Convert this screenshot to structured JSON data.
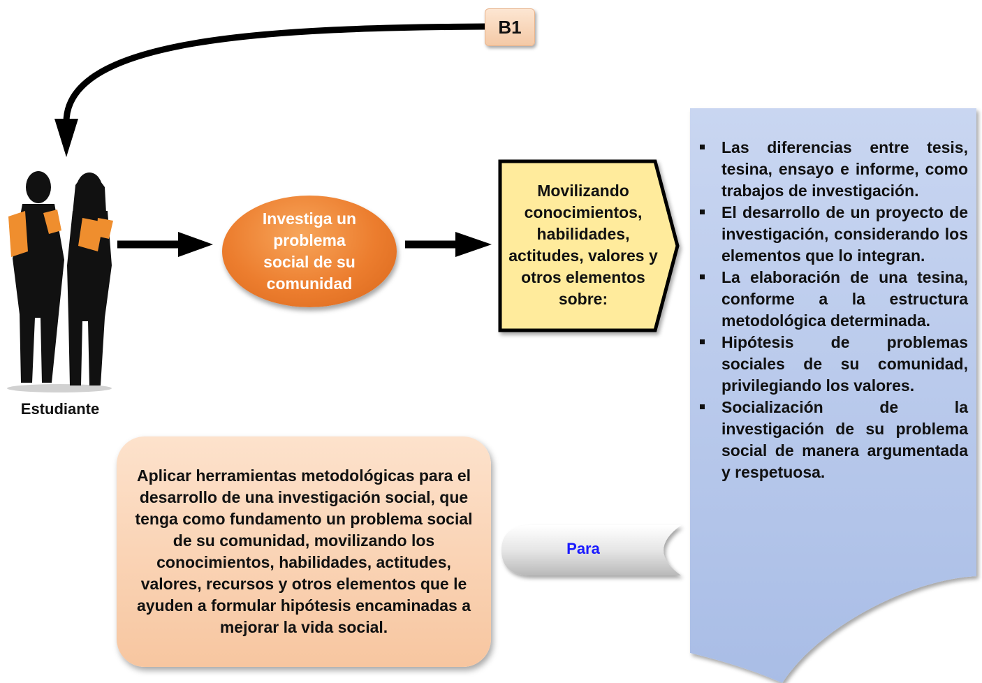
{
  "badge": {
    "label": "B1"
  },
  "student": {
    "label": "Estudiante",
    "icon": "students-silhouette-icon"
  },
  "investiga": {
    "text": "Investiga un problema social de su comunidad"
  },
  "movilizando": {
    "text": "Movilizando conocimientos, habilidades, actitudes, valores y otros elementos sobre:"
  },
  "topics": [
    "Las diferencias entre tesis, tesina, ensayo e informe, como trabajos de investigación.",
    "El desarrollo de un proyecto de investigación, considerando los elementos que lo integran.",
    "La elaboración de una tesina, conforme a la estructura metodológica determinada.",
    "Hipótesis de problemas sociales de su comunidad, privilegiando los valores.",
    "Socialización de la investigación de su problema social de manera argumentada y respetuosa."
  ],
  "para": {
    "label": "Para"
  },
  "aplicar": {
    "text": "Aplicar herramientas metodológicas para el desarrollo de una investigación social, que tenga como fundamento un problema social de su comunidad, movilizando los conocimientos, habilidades, actitudes, valores, recursos y otros elementos que le ayuden a formular hipótesis encaminadas a mejorar la vida social."
  },
  "colors": {
    "oval": "#ec7d2e",
    "badge": "#f4c9a6",
    "movilizando_fill": "#ffeb9c",
    "document_fill": "#b8c8ea",
    "aplicar_fill": "#f7c6a0",
    "para_text": "#1a1aff"
  }
}
